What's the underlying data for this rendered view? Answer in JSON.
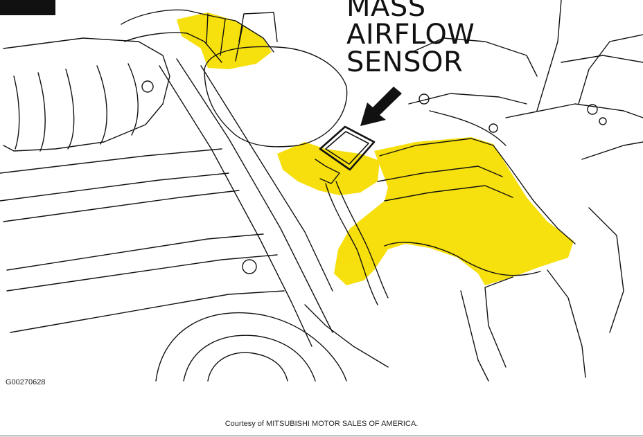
{
  "callout": {
    "line1": "MASS",
    "line2": "AIRFLOW",
    "line3": "SENSOR"
  },
  "figure_id": "G00270628",
  "courtesy": "Courtesy of MITSUBISHI MOTOR SALES OF AMERICA.",
  "colors": {
    "highlight": "#f6de00",
    "line": "#111111",
    "background": "#ffffff"
  }
}
